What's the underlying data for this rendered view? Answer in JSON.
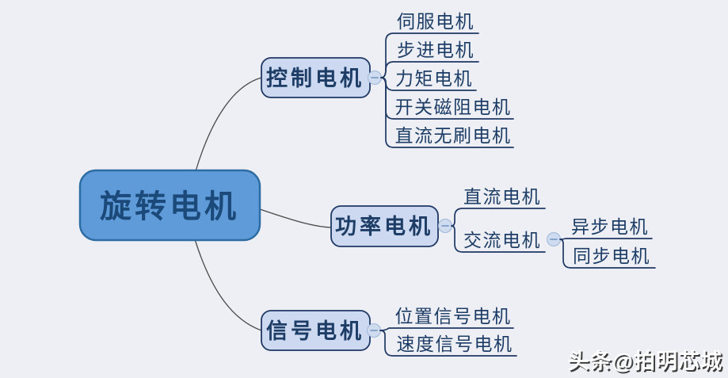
{
  "root": {
    "label": "旋转电机"
  },
  "branches": [
    {
      "label": "控制电机",
      "children": [
        {
          "label": "伺服电机"
        },
        {
          "label": "步进电机"
        },
        {
          "label": "力矩电机"
        },
        {
          "label": "开关磁阻电机"
        },
        {
          "label": "直流无刷电机"
        }
      ]
    },
    {
      "label": "功率电机",
      "children": [
        {
          "label": "直流电机"
        },
        {
          "label": "交流电机",
          "children": [
            {
              "label": "异步电机"
            },
            {
              "label": "同步电机"
            }
          ]
        }
      ]
    },
    {
      "label": "信号电机",
      "children": [
        {
          "label": "位置信号电机"
        },
        {
          "label": "速度信号电机"
        }
      ]
    }
  ],
  "icons": {
    "collapse": "minus-in-circle"
  },
  "watermark": {
    "text": "头条@拍明芯城"
  },
  "colors": {
    "background": "#edeff4",
    "root_fill": "#5e9bd8",
    "root_stroke": "#2e6da4",
    "root_text": "#1b4a7a",
    "branch_fill": "#ccd9f0",
    "branch_stroke": "#1f3864",
    "node_text": "#1d3d66",
    "leaf_line": "#1f3864",
    "curve": "#4a4a4a",
    "collapse_fill": "#cfdcf0",
    "collapse_stroke": "#9fb6d9",
    "collapse_minus": "#7f9ec7",
    "watermark_text": "#ffffff",
    "watermark_shadow": "#3c3c3c"
  }
}
